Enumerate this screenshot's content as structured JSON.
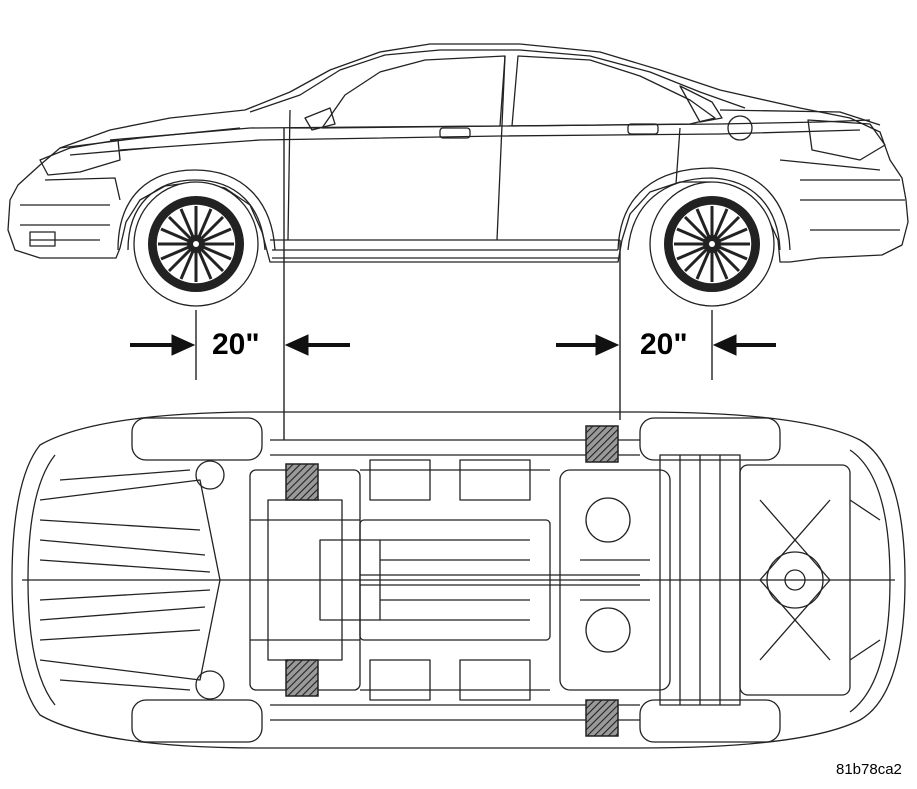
{
  "figure": {
    "dimension_front": "20\"",
    "dimension_rear": "20\"",
    "reference_code": "81b78ca2"
  },
  "colors": {
    "line": "#222222",
    "background": "#ffffff",
    "pad_fill": "#555555"
  },
  "icons": {
    "arrow": "arrow-icon",
    "lift_pad": "lift-pad-icon"
  }
}
